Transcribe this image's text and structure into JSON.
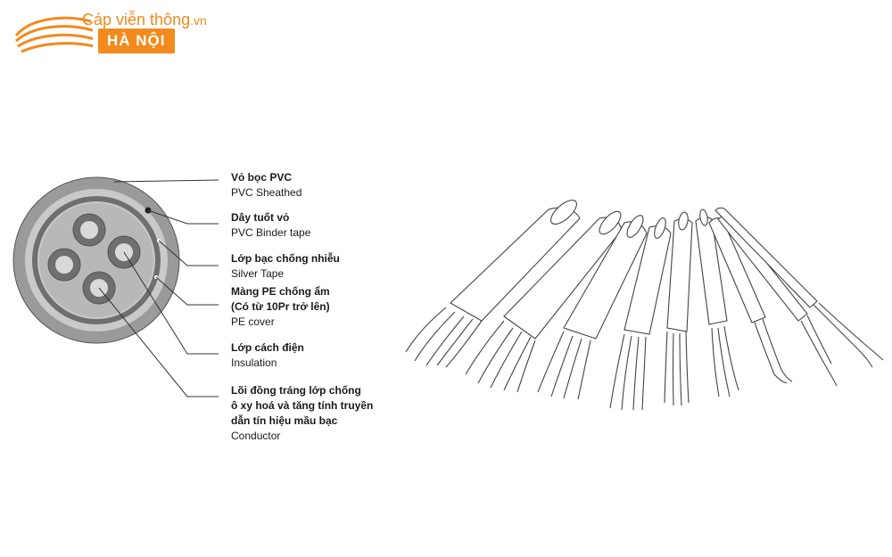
{
  "logo": {
    "name": "Cáp viễn thông",
    "suffix": ".vn",
    "city": "HÀ NỘI",
    "brand_color": "#f28a1e"
  },
  "legend": [
    {
      "vi": "Vỏ bọc PVC",
      "en": "PVC Sheathed"
    },
    {
      "vi": "Dây tuốt vỏ",
      "en": "PVC Binder tape"
    },
    {
      "vi": "Lớp bạc chống nhiễu",
      "en": "Silver Tape"
    },
    {
      "vi": "Màng PE chống ẩm",
      "vi2": "(Có từ 10Pr trở lên)",
      "en": "PE cover"
    },
    {
      "vi": "Lớp cách điện",
      "en": "Insulation"
    },
    {
      "vi": "Lõi đồng tráng lớp chống",
      "vi2": "ô xy hoá và tăng tính truyền",
      "vi3": "dẫn tín hiệu mầu bạc",
      "en": "Conductor"
    }
  ],
  "colors": {
    "outer_ring": "#9a9a9a",
    "ring_light": "#c9c9c9",
    "ring_dark": "#6f6f6f",
    "line": "#333333"
  }
}
